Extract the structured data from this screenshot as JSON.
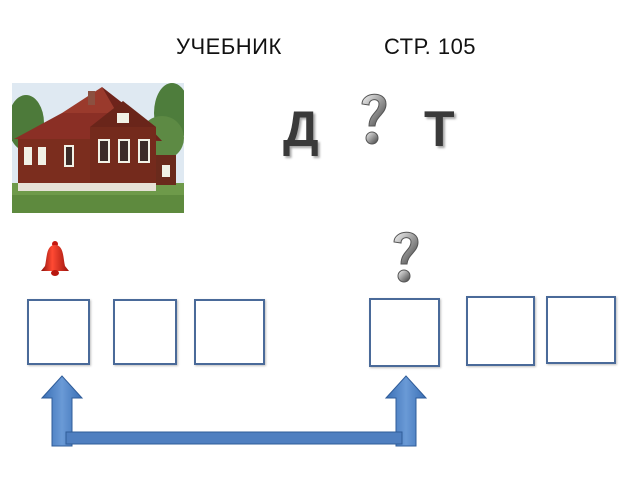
{
  "header": {
    "left_text": "УЧЕБНИК",
    "right_text": "СТР. 105"
  },
  "letters": {
    "first": "Д",
    "second": "Т"
  },
  "icons": {
    "house": "house-image",
    "question_top": "question-mark-icon",
    "question_bottom": "question-mark-icon",
    "bell": "bell-icon",
    "arrows": "arrow-connector"
  },
  "colors": {
    "box_border": "#4a6a99",
    "arrow_fill": "#4f7fc0",
    "bell": "#e8231a",
    "house_wall": "#7b2d1e",
    "roof": "#8a2f25"
  },
  "letter_boxes_count": 6
}
